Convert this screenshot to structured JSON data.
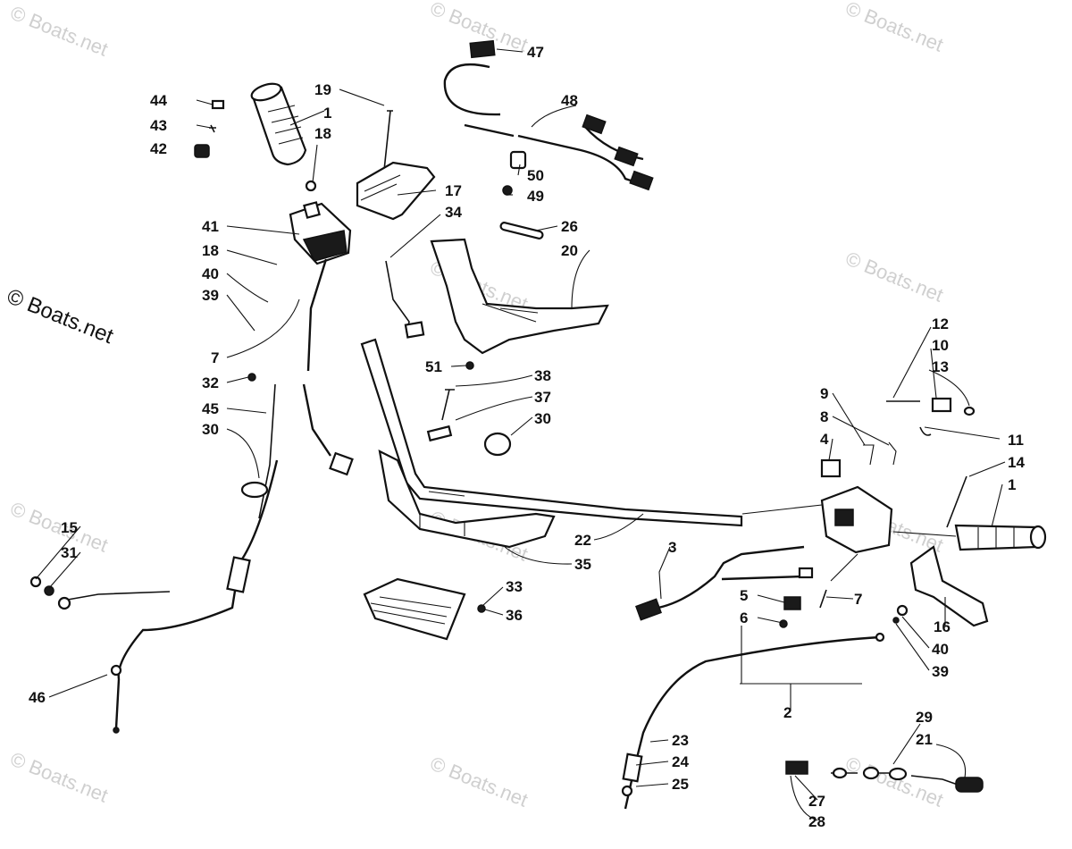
{
  "watermark": "© Boats.net",
  "copyright_notice": "© Boats.net",
  "colors": {
    "ink": "#111111",
    "watermark": "#cfcfcf",
    "background": "#ffffff"
  },
  "callouts": {
    "c44": "44",
    "c43": "43",
    "c42": "42",
    "c1a": "1",
    "c19": "19",
    "c18a": "18",
    "c47": "47",
    "c48": "48",
    "c50": "50",
    "c49": "49",
    "c17": "17",
    "c34": "34",
    "c26": "26",
    "c20": "20",
    "c41": "41",
    "c18b": "18",
    "c40a": "40",
    "c39a": "39",
    "c7a": "7",
    "c32": "32",
    "c45": "45",
    "c30a": "30",
    "c51": "51",
    "c38": "38",
    "c37": "37",
    "c30b": "30",
    "c12": "12",
    "c10": "10",
    "c13": "13",
    "c9": "9",
    "c8": "8",
    "c4": "4",
    "c11": "11",
    "c14": "14",
    "c1b": "1",
    "c15": "15",
    "c31": "31",
    "c22": "22",
    "c35": "35",
    "c3": "3",
    "c33": "33",
    "c36": "36",
    "c5": "5",
    "c6": "6",
    "c7b": "7",
    "c16": "16",
    "c40b": "40",
    "c39b": "39",
    "c46": "46",
    "c2": "2",
    "c29": "29",
    "c21": "21",
    "c23": "23",
    "c24": "24",
    "c25": "25",
    "c27": "27",
    "c28": "28"
  }
}
